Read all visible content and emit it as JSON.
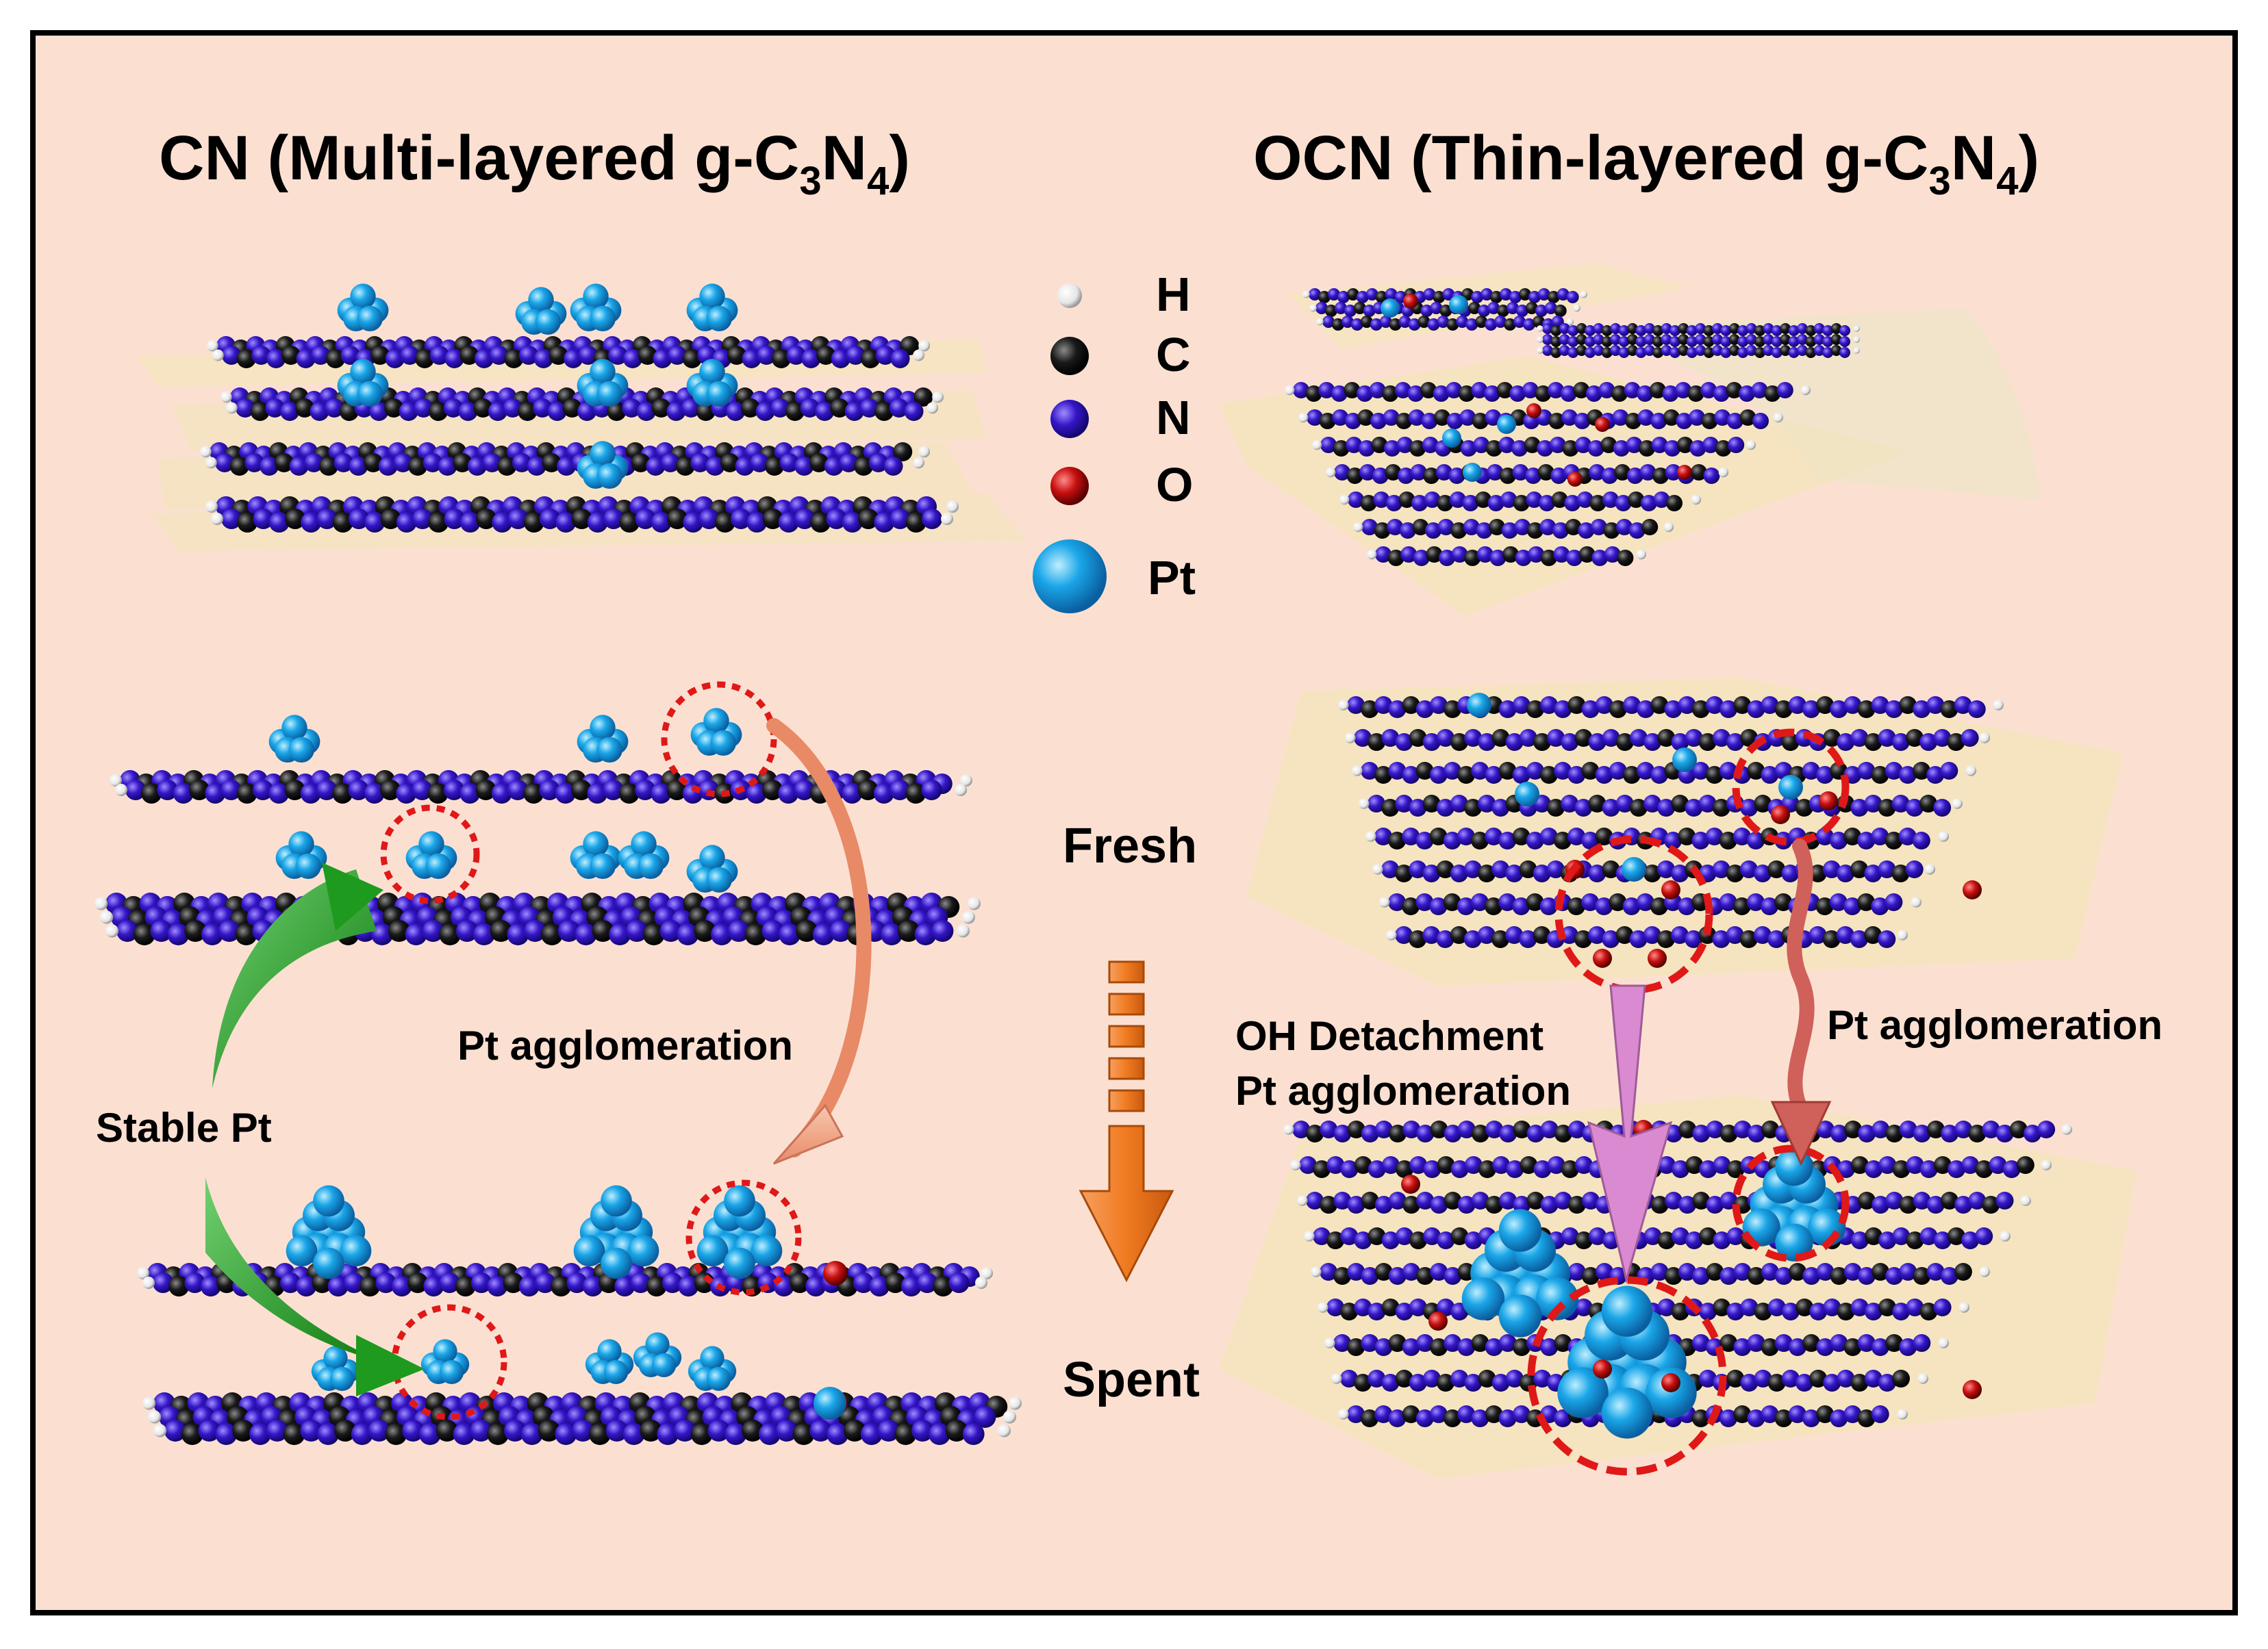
{
  "titles": {
    "cn": {
      "main": "CN (Multi-layered g-C",
      "sub1": "3",
      "mid": "N",
      "sub2": "4",
      "end": ")"
    },
    "ocn": {
      "main": "OCN (Thin-layered g-C",
      "sub1": "3",
      "mid": "N",
      "sub2": "4",
      "end": ")"
    }
  },
  "legend": [
    {
      "label": "H",
      "color": "#f2f2f2"
    },
    {
      "label": "C",
      "color": "#1a1a1a"
    },
    {
      "label": "N",
      "color": "#3516c8"
    },
    {
      "label": "O",
      "color": "#c81010"
    },
    {
      "label": "Pt",
      "color": "#1aa6e8"
    }
  ],
  "stages": {
    "fresh": "Fresh",
    "spent": "Spent"
  },
  "annotations": {
    "pt_agglomeration_left": "Pt agglomeration",
    "stable_pt": "Stable Pt",
    "oh_detachment": "OH Detachment",
    "pt_agglomeration_mid": "Pt agglomeration",
    "pt_agglomeration_right": "Pt agglomeration"
  },
  "colors": {
    "background": "#fbe0d2",
    "sheet": "#f3e6b8",
    "carbon": "#1a1a1a",
    "nitrogen": "#3516c8",
    "oxygen": "#c81010",
    "hydrogen": "#f2f2f2",
    "platinum": "#1aa6e8",
    "agglomeration_arrow": "#f2a989",
    "stable_arrow": "#1e9a1e",
    "process_arrow": "#f07a20",
    "oh_arrow": "#d98ad0",
    "right_arrow": "#d0605a",
    "highlight_circle": "#e01818"
  }
}
